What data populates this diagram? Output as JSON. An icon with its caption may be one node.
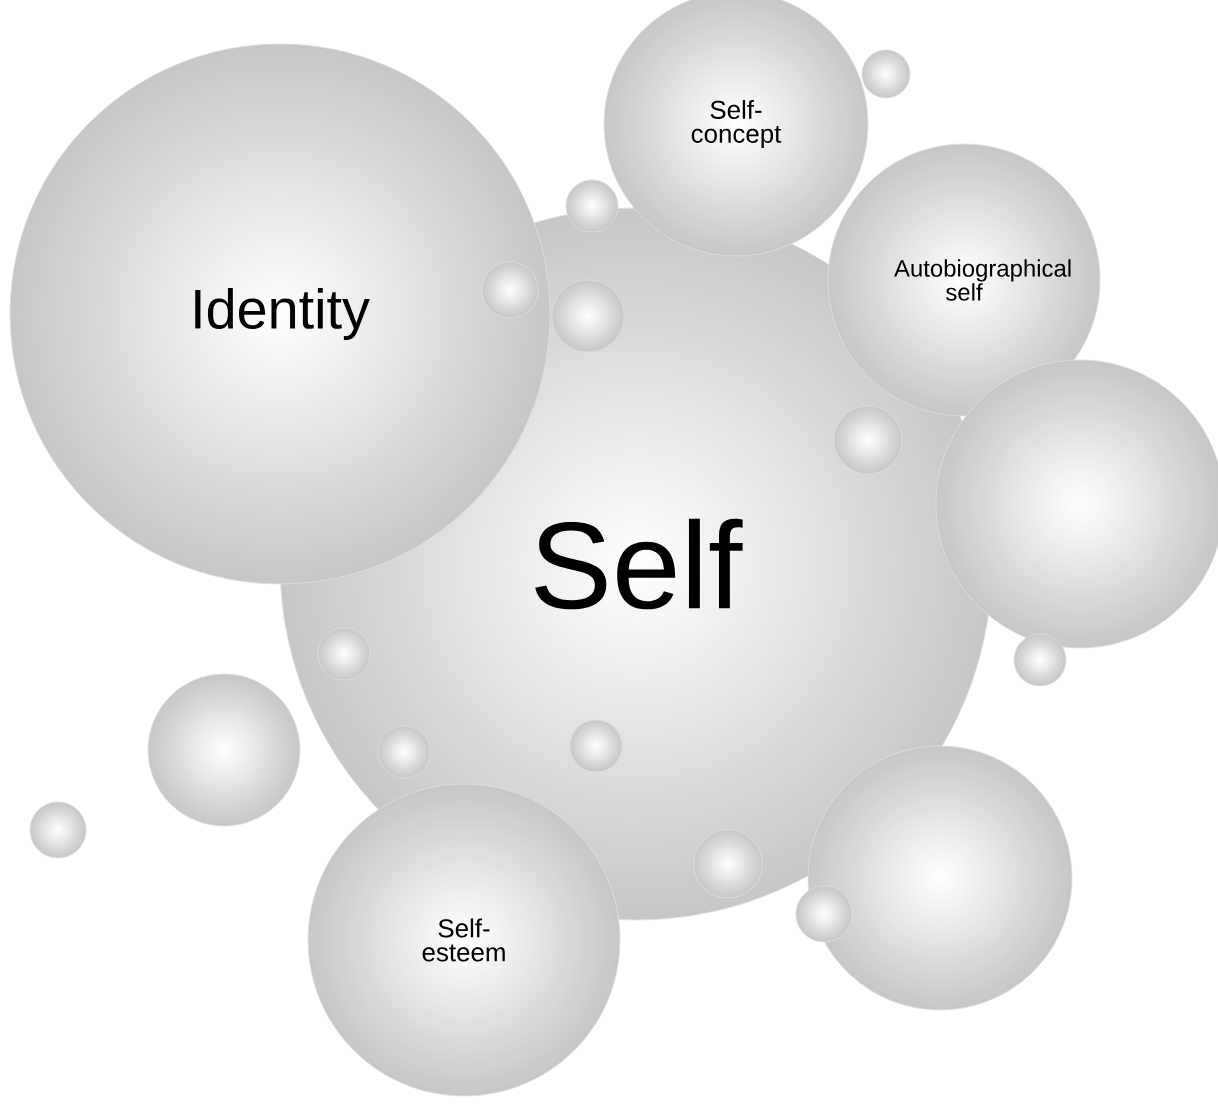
{
  "diagram": {
    "nodes": [
      {
        "text": [
          "Self-concept"
        ]
      },
      {
        "text": [
          "Identity"
        ]
      },
      {
        "text": [
          "Autobiographical self"
        ]
      },
      {
        "text": [
          "Self"
        ]
      },
      {
        "text": [],
        "shape": "circle"
      },
      {
        "text": [],
        "shape": "circle"
      },
      {
        "text": [],
        "shape": "circle"
      },
      {
        "text": [
          "Self-esteem"
        ]
      }
    ]
  }
}
